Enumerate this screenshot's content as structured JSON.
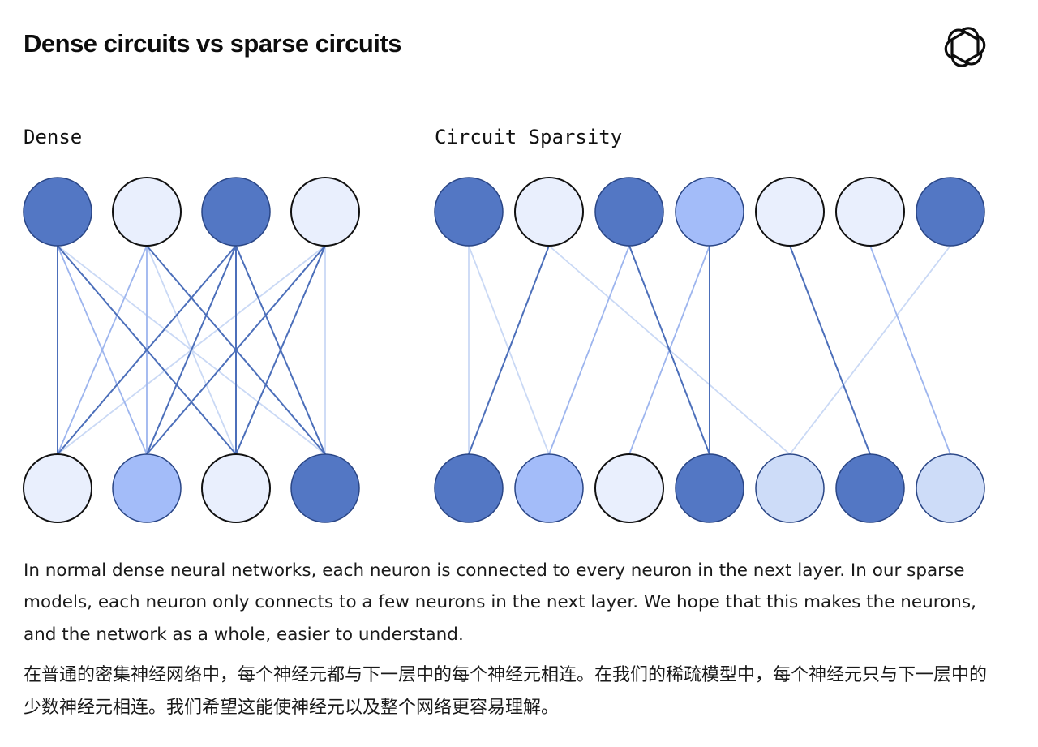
{
  "page": {
    "title": "Dense circuits vs sparse circuits",
    "logo_icon": "openai-logo-icon"
  },
  "dense": {
    "label": "Dense",
    "top_layer": [
      "dark",
      "pale",
      "dark",
      "pale"
    ],
    "bottom_layer": [
      "pale",
      "medium",
      "pale",
      "dark"
    ],
    "edges": [
      [
        0,
        0,
        "dark"
      ],
      [
        0,
        1,
        "medium"
      ],
      [
        0,
        2,
        "dark"
      ],
      [
        0,
        3,
        "light"
      ],
      [
        1,
        0,
        "medium"
      ],
      [
        1,
        1,
        "medium"
      ],
      [
        1,
        2,
        "light"
      ],
      [
        1,
        3,
        "dark"
      ],
      [
        2,
        0,
        "dark"
      ],
      [
        2,
        1,
        "dark"
      ],
      [
        2,
        2,
        "dark"
      ],
      [
        2,
        3,
        "dark"
      ],
      [
        3,
        0,
        "light"
      ],
      [
        3,
        1,
        "dark"
      ],
      [
        3,
        2,
        "dark"
      ],
      [
        3,
        3,
        "light"
      ]
    ]
  },
  "sparse": {
    "label": "Circuit Sparsity",
    "top_layer": [
      "dark",
      "pale",
      "dark",
      "medium",
      "pale",
      "pale",
      "dark"
    ],
    "bottom_layer": [
      "dark",
      "medium",
      "pale",
      "dark",
      "light",
      "dark",
      "light"
    ],
    "edges": [
      [
        0,
        0,
        "light"
      ],
      [
        0,
        1,
        "light"
      ],
      [
        1,
        0,
        "dark"
      ],
      [
        1,
        4,
        "light"
      ],
      [
        2,
        1,
        "medium"
      ],
      [
        2,
        3,
        "dark"
      ],
      [
        3,
        2,
        "medium"
      ],
      [
        3,
        3,
        "dark"
      ],
      [
        4,
        5,
        "dark"
      ],
      [
        5,
        6,
        "medium"
      ],
      [
        6,
        4,
        "light"
      ]
    ]
  },
  "colors": {
    "dark": "#5377c4",
    "medium": "#a3bcf9",
    "light": "#cddcf8",
    "pale": "#e9effd",
    "stroke_dark": "#2a4686",
    "stroke_pale": "#111111",
    "edge_dark": "#4c6fba",
    "edge_medium": "#9db5ee",
    "edge_light": "#cad9f5"
  },
  "text": {
    "paragraph_en": "In normal dense neural networks, each neuron is connected to every neuron in the next layer. In our sparse models, each neuron only connects to a few neurons in the next layer. We hope that this makes the neurons, and the network as a whole, easier to understand.",
    "paragraph_zh": "在普通的密集神经网络中，每个神经元都与下一层中的每个神经元相连。在我们的稀疏模型中，每个神经元只与下一层中的少数神经元相连。我们希望这能使神经元以及整个网络更容易理解。"
  }
}
